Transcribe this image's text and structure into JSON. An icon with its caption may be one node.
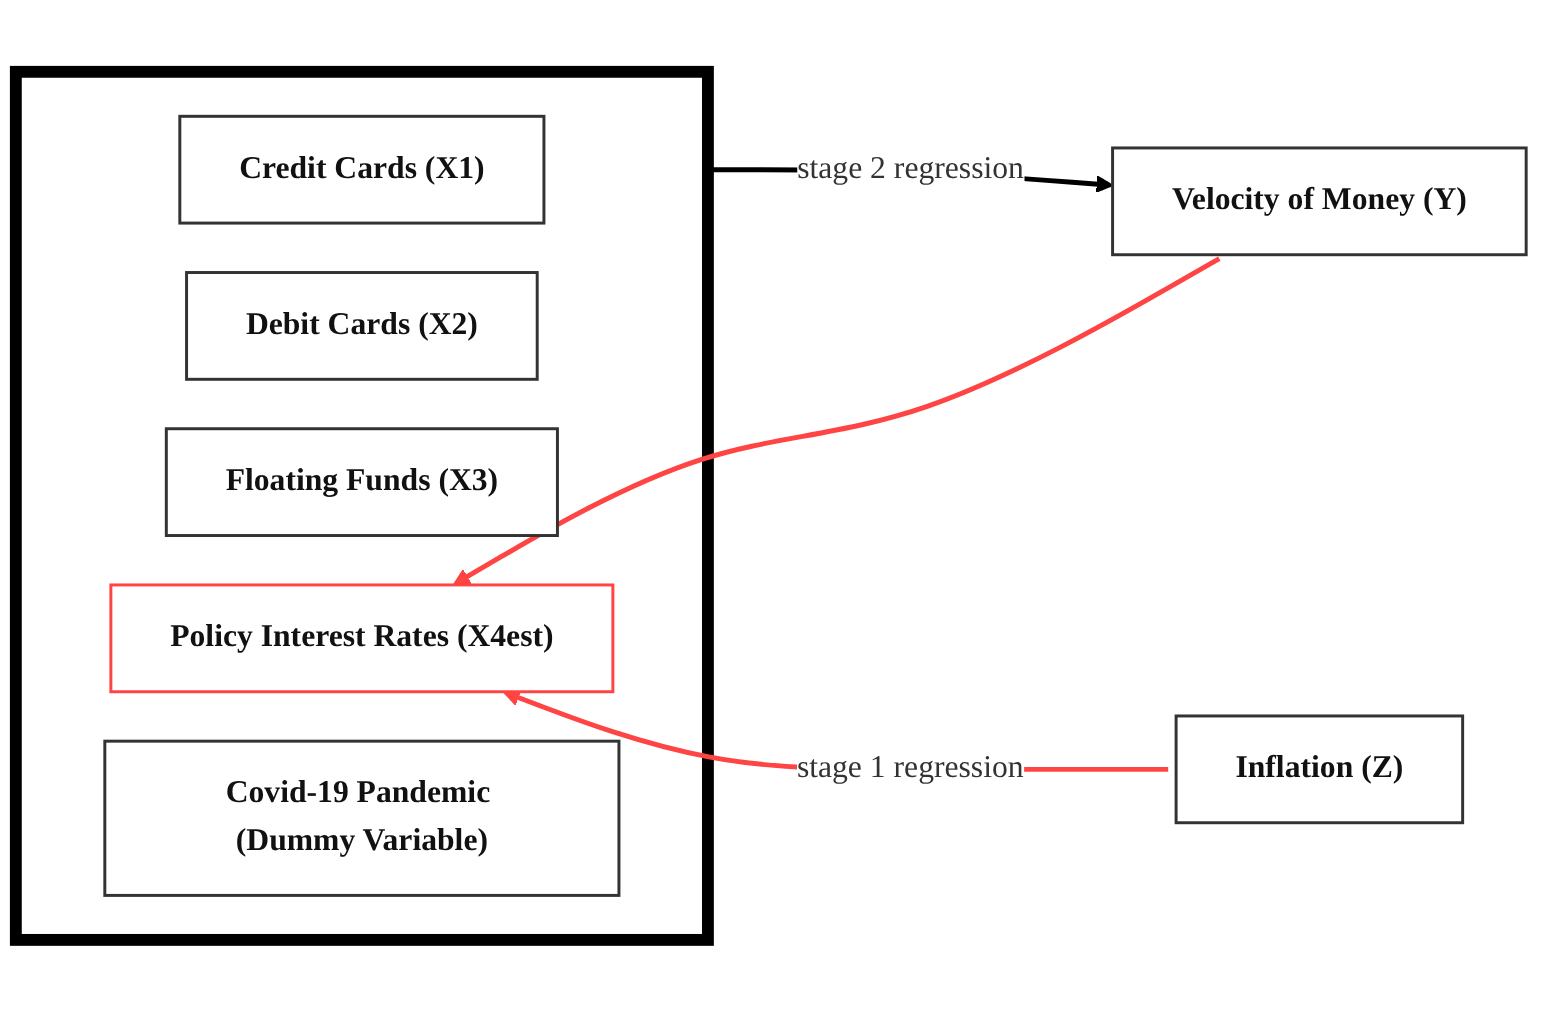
{
  "diagram": {
    "nodes": [
      {
        "text": [],
        "shape": "box"
      },
      {
        "text": [
          "Credit Cards (X1)"
        ],
        "in": 0
      },
      {
        "text": [
          "Debit Cards (X2)"
        ],
        "in": 0
      },
      {
        "text": [
          "Floating Funds (X3)"
        ],
        "in": 0
      },
      {
        "text": [
          "Policy Interest Rates (X4est)"
        ],
        "in": 0
      },
      {
        "text": [
          "Covid-19 Pandemic (Dummy Variable)"
        ],
        "in": 0
      },
      {
        "text": [
          "Velocity of Money (Y)"
        ]
      },
      {
        "text": [
          "Inflation (Z)"
        ]
      }
    ],
    "edges": [
      {
        "from": 0,
        "to": 6,
        "arrow": "to",
        "label": "stage 2 regression",
        "color": "#000000"
      },
      {
        "from": 6,
        "to": 4,
        "arrow": "to",
        "color": "#ff4444"
      },
      {
        "from": 7,
        "to": 4,
        "arrow": "to",
        "label": "stage 1 regression",
        "color": "#ff4444"
      }
    ]
  }
}
